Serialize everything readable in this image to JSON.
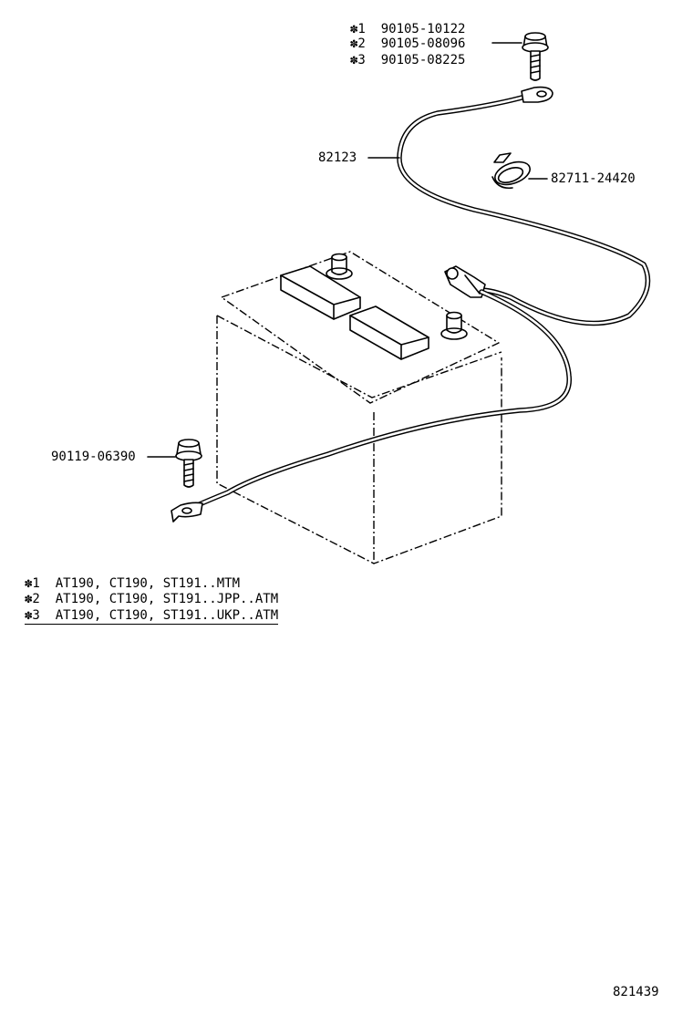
{
  "callouts": {
    "bolt_top_1": "✽1  90105-10122",
    "bolt_top_2": "✽2  90105-08096",
    "bolt_top_3": "✽3  90105-08225",
    "cable": "82123",
    "clamp": "82711-24420",
    "bolt_bottom": "90119-06390"
  },
  "notes": [
    "✽1  AT190, CT190, ST191..MTM",
    "✽2  AT190, CT190, ST191..JPP..ATM",
    "✽3  AT190, CT190, ST191..UKP..ATM"
  ],
  "diagram_number": "821439"
}
